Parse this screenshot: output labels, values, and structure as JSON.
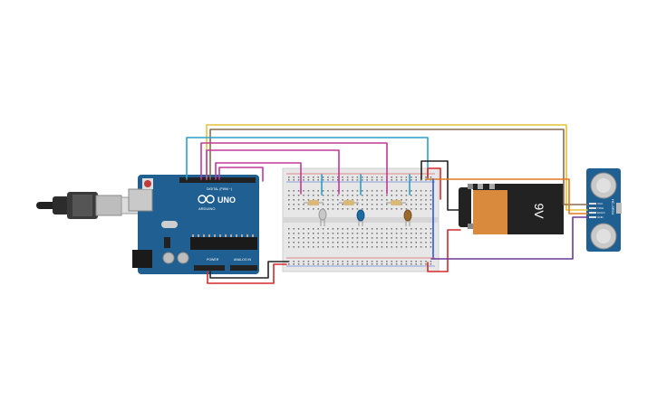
{
  "arduino": {
    "logo_text": "ARDUINO",
    "model": "UNO",
    "digital_label": "DIGITAL (PWM ~)",
    "power_label": "POWER",
    "analog_label": "ANALOG IN"
  },
  "battery": {
    "voltage_label": "9V"
  },
  "sensor": {
    "model_label": "HC-SR04",
    "pins": [
      "VCC",
      "TRIG",
      "ECHO",
      "GND"
    ]
  },
  "colors": {
    "board": "#1f5f91",
    "breadboard": "#e7e7e7",
    "battery_body": "#d98a3c",
    "wire_yellow": "#e6c23a",
    "wire_brown": "#8a6a4d",
    "wire_cyan": "#2aa0c8",
    "wire_magenta": "#c23a9a",
    "wire_red": "#d62a2a",
    "wire_black": "#222222",
    "wire_purple": "#6a3a9a",
    "wire_orange": "#e07a1f"
  },
  "components": {
    "leds": [
      "white-led",
      "blue-led",
      "brown-led"
    ],
    "resistors": 3
  }
}
